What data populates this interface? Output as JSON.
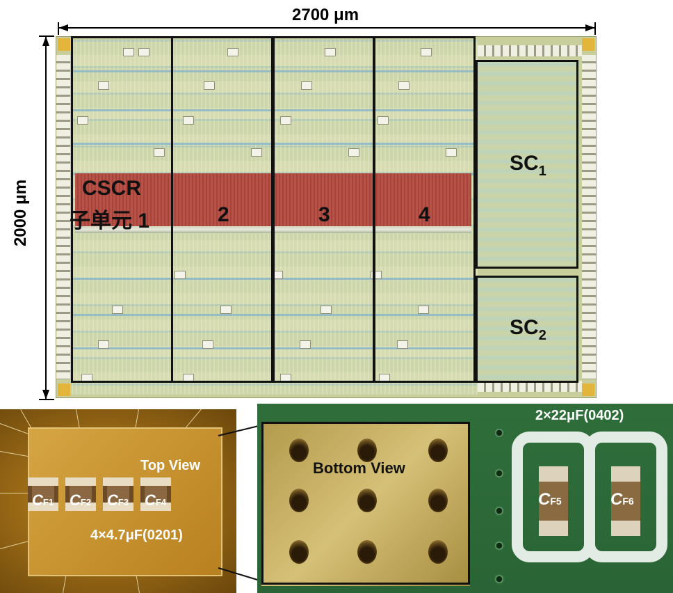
{
  "dimensions": {
    "width_label": "2700 μm",
    "height_label": "2000 μm"
  },
  "chip": {
    "cscr_label": "CSCR",
    "subunit_label": "子单元 1",
    "sub_numbers": [
      "2",
      "3",
      "4"
    ],
    "sc1": {
      "base": "SC",
      "sub": "1"
    },
    "sc2": {
      "base": "SC",
      "sub": "2"
    }
  },
  "package_photo": {
    "view_label": "Top View",
    "caps": [
      {
        "base": "C",
        "sub": "F1"
      },
      {
        "base": "C",
        "sub": "F2"
      },
      {
        "base": "C",
        "sub": "F3"
      },
      {
        "base": "C",
        "sub": "F4"
      }
    ],
    "cap_value": "4×4.7μF(0201)"
  },
  "pcb_photo": {
    "view_label": "Bottom View",
    "cap_value": "2×22μF(0402)",
    "caps": [
      {
        "base": "C",
        "sub": "F5"
      },
      {
        "base": "C",
        "sub": "F6"
      }
    ]
  },
  "colors": {
    "chip_base": "#c9cf9c",
    "cscr_band": "#b14a3f",
    "box_outline": "#111111",
    "pcb_green": "#2f6e3b",
    "package_gold": "#b9801f"
  }
}
